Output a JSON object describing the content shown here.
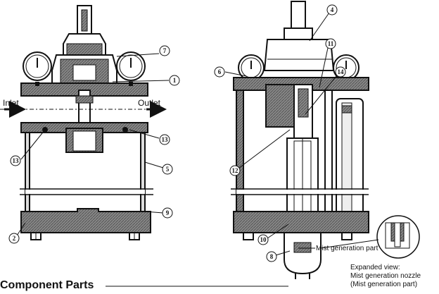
{
  "labels": {
    "inlet": "Inlet",
    "outlet": "Outlet",
    "mist_part": "Mist generation part",
    "expanded_1": "Expanded view:",
    "expanded_2": "Mist generation nozzle",
    "expanded_3": "(Mist generation part)",
    "section_heading": "Component Parts"
  },
  "callouts": {
    "c1": "1",
    "c2": "2",
    "c4": "4",
    "c5": "5",
    "c6": "6",
    "c7": "7",
    "c8": "8",
    "c9": "9",
    "c10": "10",
    "c11": "11",
    "c12": "12",
    "c13a": "13",
    "c13b": "13",
    "c14": "14"
  }
}
